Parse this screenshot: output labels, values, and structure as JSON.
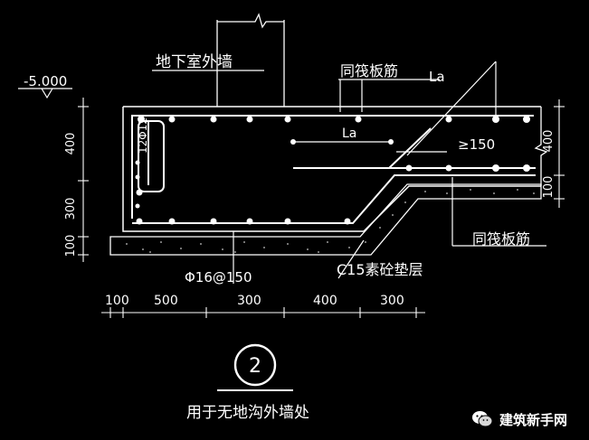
{
  "labels": {
    "basement_wall": "地下室外墙",
    "raft_rebar_top": "同筏板筋",
    "raft_rebar_right": "同筏板筋",
    "la_top": "La",
    "la_inner": "La",
    "ge150": "≥150",
    "elevation": "-5.000",
    "stirrup": "12Φ12",
    "bottom_bar": "Φ16@150",
    "cushion": "C15素砼垫层",
    "detail_number": "2",
    "caption": "用于无地沟外墙处"
  },
  "dims_left": [
    "400",
    "300",
    "100"
  ],
  "dims_right": [
    "400",
    "100"
  ],
  "dims_bottom": [
    "100",
    "500",
    "300",
    "400",
    "300"
  ],
  "watermark": {
    "text": "建筑新手网",
    "icon": "wechat-icon"
  }
}
